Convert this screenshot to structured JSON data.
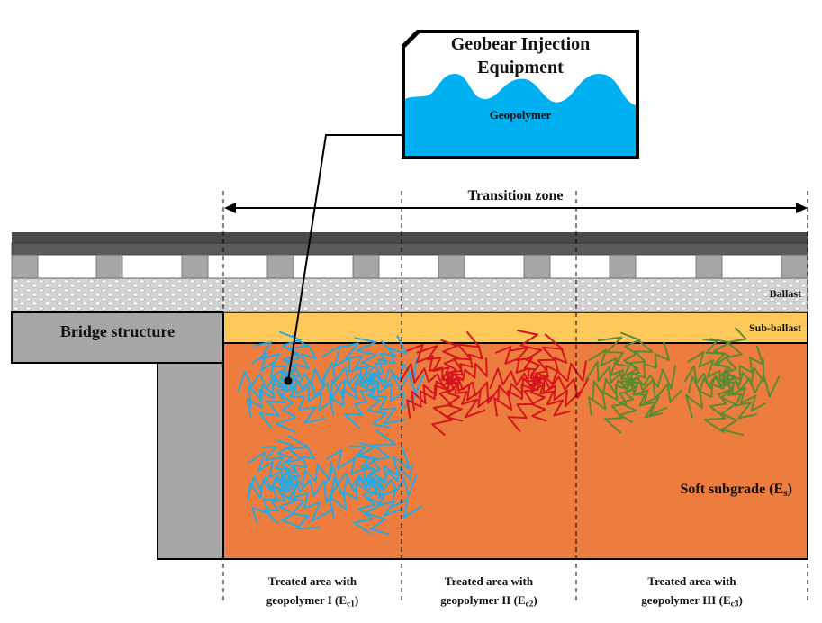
{
  "equipment": {
    "title_line1": "Geobear Injection",
    "title_line2": "Equipment",
    "material": "Geopolymer"
  },
  "transition_zone": {
    "label": "Transition zone"
  },
  "layers": {
    "ballast": "Ballast",
    "sub_ballast": "Sub-ballast",
    "bridge": "Bridge structure",
    "subgrade": {
      "prefix": "Soft subgrade (E",
      "sub": "s",
      "suffix": ")"
    }
  },
  "zones": [
    {
      "line1": "Treated area with",
      "line2_prefix": "geopolymer I (E",
      "sub": "c1",
      "suffix": ")",
      "color": "#28A9E0"
    },
    {
      "line1": "Treated area with",
      "line2_prefix": "geopolymer II (E",
      "sub": "c2",
      "suffix": ")",
      "color": "#D7141E"
    },
    {
      "line1": "Treated area with",
      "line2_prefix": "geopolymer III (E",
      "sub": "c3",
      "suffix": ")",
      "color": "#5A8A32"
    }
  ],
  "colors": {
    "subgrade": "#ED7D3F",
    "sub_ballast": "#FFC85A",
    "bridge": "#A6A6A6",
    "rail": "#4A4A4A",
    "sleeper": "#A6A6A6",
    "geopolymer_fill": "#00B0F0"
  }
}
